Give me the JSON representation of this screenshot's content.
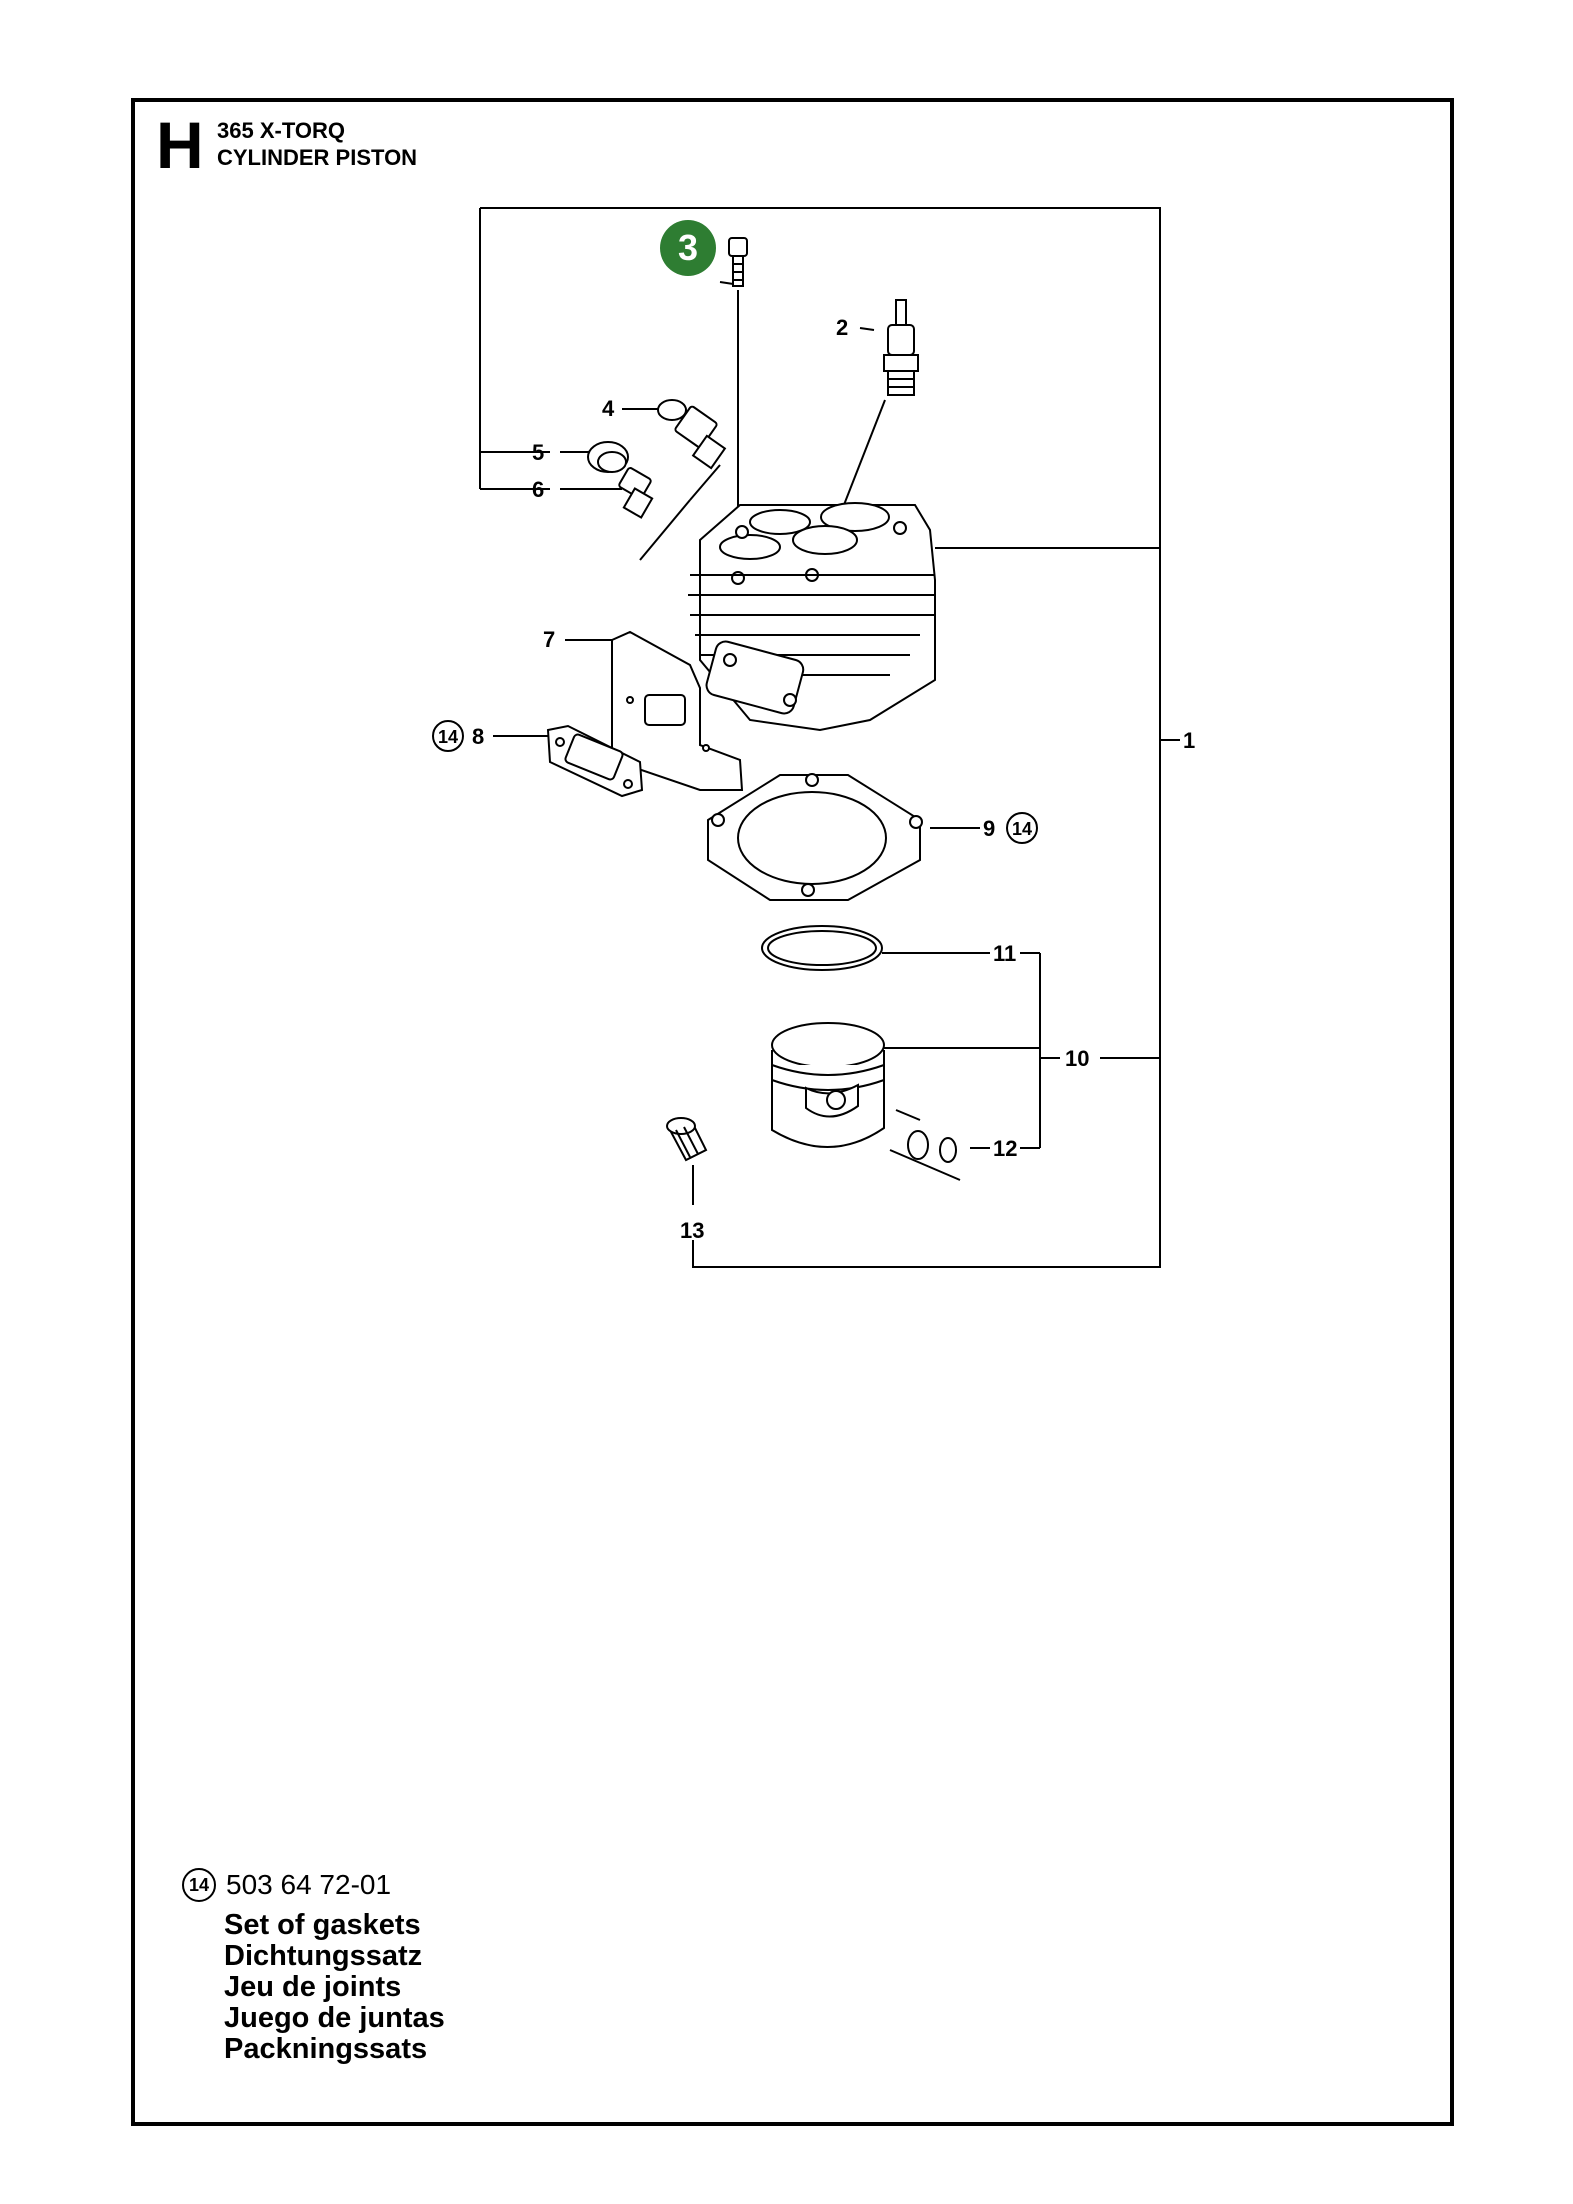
{
  "header": {
    "section_letter": "H",
    "model": "365 X-TORQ",
    "subtitle": "CYLINDER PISTON"
  },
  "callouts": {
    "c1": "1",
    "c2": "2",
    "c3": "3",
    "c4": "4",
    "c5": "5",
    "c6": "6",
    "c7": "7",
    "c8": "8",
    "c9": "9",
    "c10": "10",
    "c11": "11",
    "c12": "12",
    "c13": "13",
    "kit_ref_left": "14",
    "kit_ref_right": "14"
  },
  "kit": {
    "ref": "14",
    "part_number": "503 64 72-01",
    "names": [
      "Set of gaskets",
      "Dichtungssatz",
      "Jeu de joints",
      "Juego de juntas",
      "Packningssats"
    ]
  },
  "colors": {
    "highlight_badge": "#2e7d32",
    "line": "#000000"
  }
}
